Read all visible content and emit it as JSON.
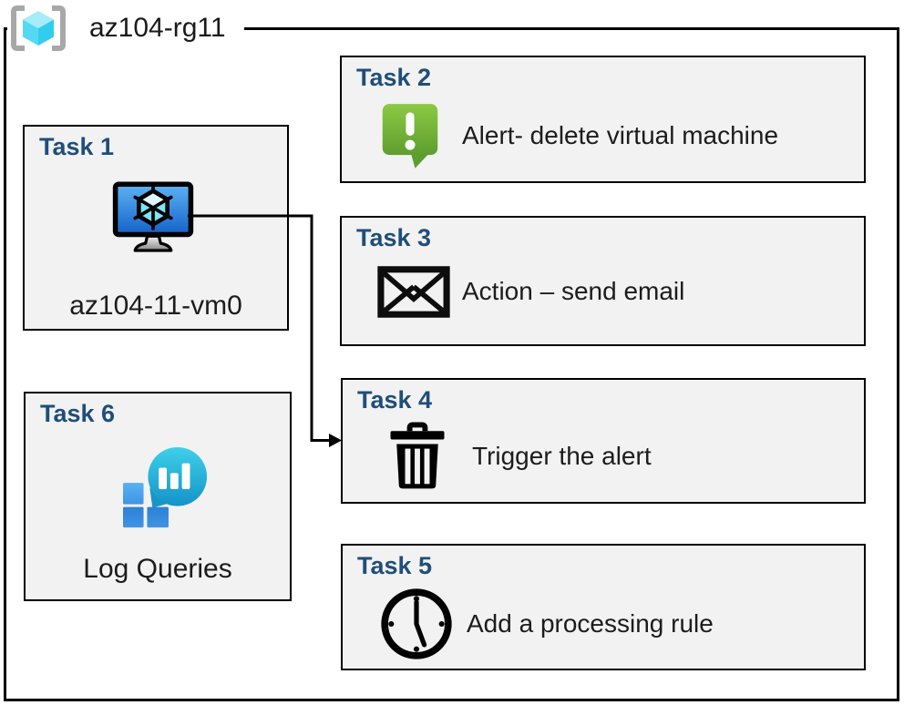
{
  "resource_group": {
    "name": "az104-rg11",
    "icon": "resource-group-icon"
  },
  "tasks": {
    "task1": {
      "title": "Task 1",
      "label": "az104-11-vm0",
      "icon": "virtual-machine-icon"
    },
    "task2": {
      "title": "Task 2",
      "label": "Alert- delete virtual machine",
      "icon": "alert-message-icon"
    },
    "task3": {
      "title": "Task 3",
      "label": "Action – send email",
      "icon": "email-envelope-icon"
    },
    "task4": {
      "title": "Task 4",
      "label": "Trigger the alert",
      "icon": "trash-icon"
    },
    "task5": {
      "title": "Task 5",
      "label": "Add a processing rule",
      "icon": "clock-icon"
    },
    "task6": {
      "title": "Task 6",
      "label": "Log Queries",
      "icon": "log-analytics-icon"
    }
  },
  "connection": {
    "from": "Task 1",
    "to": "Task 4"
  },
  "colors": {
    "task_title": "#1f4e79",
    "box_fill": "#f2f2f2",
    "border": "#000000",
    "alert_green": "#76b93c",
    "vm_screen_blue": "#2f86e8",
    "log_teal": "#22b2dd",
    "log_blue": "#3189de",
    "rg_cube_cyan": "#54d4f2",
    "bracket_gray": "#a8a8a8"
  }
}
